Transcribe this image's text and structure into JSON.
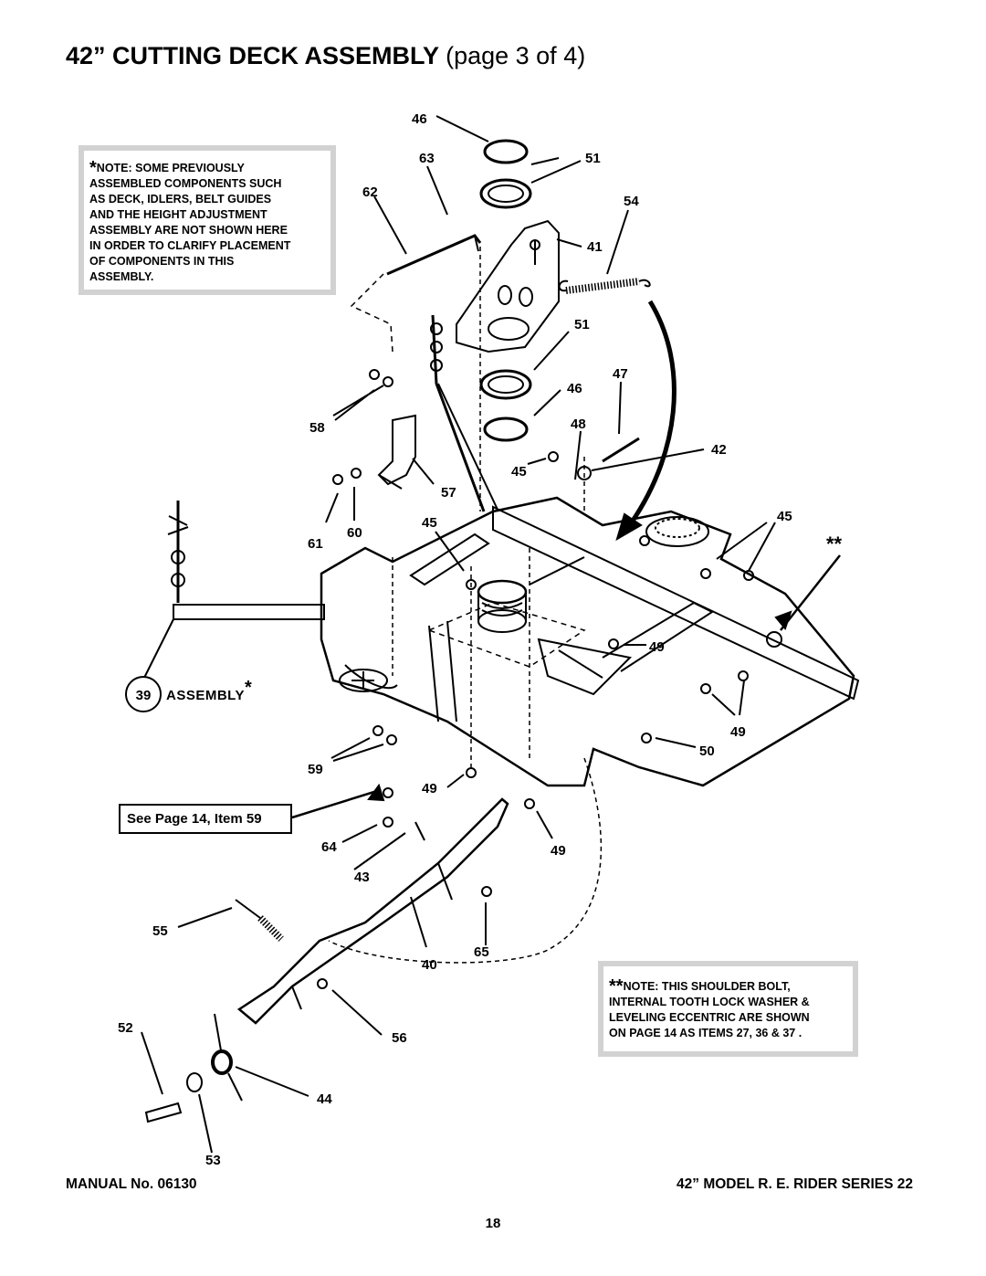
{
  "header": {
    "title": "42” CUTTING DECK ASSEMBLY",
    "subtitle": "(page 3 of 4)"
  },
  "notes": {
    "top": {
      "marker": "*",
      "lines": [
        "NOTE: SOME PREVIOUSLY",
        "ASSEMBLED COMPONENTS SUCH",
        "AS DECK, IDLERS, BELT GUIDES",
        "AND THE HEIGHT ADJUSTMENT",
        "ASSEMBLY ARE NOT SHOWN HERE",
        "IN ORDER TO CLARIFY PLACEMENT",
        "OF COMPONENTS IN THIS",
        "ASSEMBLY."
      ]
    },
    "bottom": {
      "marker": "**",
      "lines": [
        "NOTE: THIS SHOULDER BOLT,",
        "INTERNAL TOOTH LOCK WASHER &",
        "LEVELING ECCENTRIC ARE SHOWN",
        "ON PAGE 14 AS ITEMS 27, 36 & 37 ."
      ]
    }
  },
  "reference_box": "See Page 14, Item 59",
  "assembly_label": {
    "number": "39",
    "text": "ASSEMBLY",
    "marker": "*"
  },
  "double_star": "**",
  "callouts": {
    "c46a": "46",
    "c63": "63",
    "c51a": "51",
    "c62": "62",
    "c54": "54",
    "c41": "41",
    "c51b": "51",
    "c47": "47",
    "c46b": "46",
    "c58": "58",
    "c48": "48",
    "c42": "42",
    "c45a": "45",
    "c57": "57",
    "c45b": "45",
    "c45c": "45",
    "c61": "61",
    "c60": "60",
    "c49a": "49",
    "c49b": "49",
    "c50": "50",
    "c59": "59",
    "c49c": "49",
    "c49d": "49",
    "c64": "64",
    "c43": "43",
    "c55": "55",
    "c40": "40",
    "c65": "65",
    "c52": "52",
    "c56": "56",
    "c44": "44",
    "c53": "53"
  },
  "footer": {
    "manual": "MANUAL No. 06130",
    "model": "42” MODEL R. E. RIDER SERIES 22",
    "page": "18"
  }
}
